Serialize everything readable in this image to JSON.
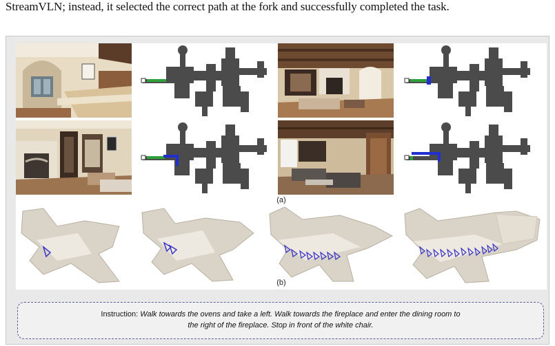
{
  "caption": {
    "text": "StreamVLN; instead, it selected the correct path at the fork and successfully completed the task."
  },
  "figure": {
    "label_a": "(a)",
    "label_b": "(b)",
    "instruction_prefix": "Instruction:",
    "instruction_line1": "Walk towards the ovens and take a left. Walk towards the fireplace and enter the dining room to",
    "instruction_line2": "the right of the fireplace. Stop in front of the white chair.",
    "colors": {
      "map_floor": "#4b4b4b",
      "path_green": "#2fa13a",
      "path_blue": "#1f2fd0",
      "point_cloud": "#d9d3c8",
      "pose_marker": "#3a35c7"
    },
    "panel_a": {
      "photos": [
        {
          "name": "kitchen-archway-photo"
        },
        {
          "name": "living-room-beams-photo"
        },
        {
          "name": "fireplace-hallway-photo"
        },
        {
          "name": "living-room-sofa-photo"
        }
      ],
      "maps": [
        {
          "name": "topdown-map-1",
          "path": "green"
        },
        {
          "name": "topdown-map-2",
          "path": "green-blue"
        },
        {
          "name": "topdown-map-3",
          "path": "green-blue"
        },
        {
          "name": "topdown-map-4",
          "path": "blue"
        }
      ]
    },
    "panel_b": {
      "views": [
        {
          "name": "point-cloud-step-1",
          "markers": 1
        },
        {
          "name": "point-cloud-step-2",
          "markers": 2
        },
        {
          "name": "point-cloud-step-3",
          "markers": 8
        },
        {
          "name": "point-cloud-step-4",
          "markers": 12
        }
      ]
    }
  }
}
